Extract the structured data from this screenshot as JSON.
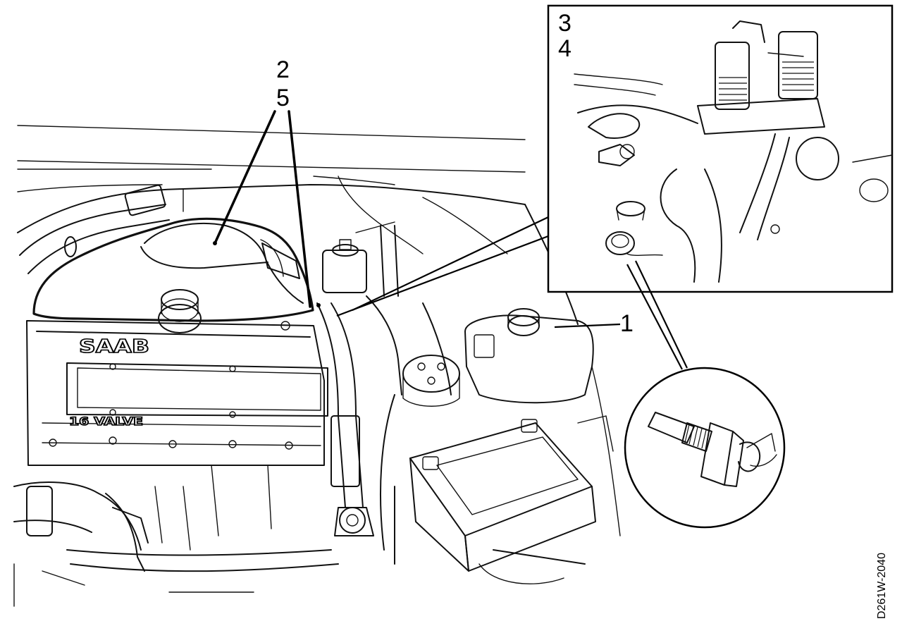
{
  "callouts": {
    "c1": "1",
    "c2": "2",
    "c5": "5",
    "c3": "3",
    "c4": "4"
  },
  "engine_markings": {
    "brand": "SAAB",
    "valve": "16 VALVE"
  },
  "figure_code": "D261W-2040"
}
